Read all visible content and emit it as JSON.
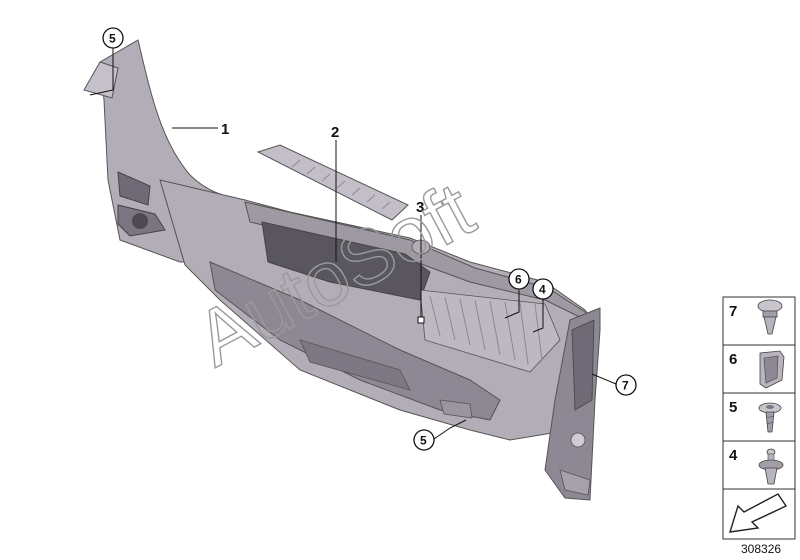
{
  "diagram": {
    "callouts": [
      {
        "id": "1",
        "label": "1"
      },
      {
        "id": "2",
        "label": "2"
      },
      {
        "id": "3",
        "label": "3"
      },
      {
        "id": "4",
        "label": "4"
      },
      {
        "id": "6",
        "label": "6"
      },
      {
        "id": "5a",
        "label": "5"
      },
      {
        "id": "5b",
        "label": "5"
      },
      {
        "id": "7",
        "label": "7"
      }
    ],
    "legend": [
      {
        "number": "7",
        "icon": "expanding-rivet-icon"
      },
      {
        "number": "6",
        "icon": "spring-clip-icon"
      },
      {
        "number": "5",
        "icon": "screw-icon"
      },
      {
        "number": "4",
        "icon": "push-clip-icon"
      }
    ],
    "legend_arrow_icon": "arrow-icon",
    "reference_number": "308326",
    "watermark": "AutoSoft"
  },
  "colors": {
    "panel_fill": "#b3adb7",
    "panel_dark": "#8d8893",
    "panel_light": "#cfcad3",
    "stroke": "#555555",
    "watermark": "#9a9a9a"
  }
}
